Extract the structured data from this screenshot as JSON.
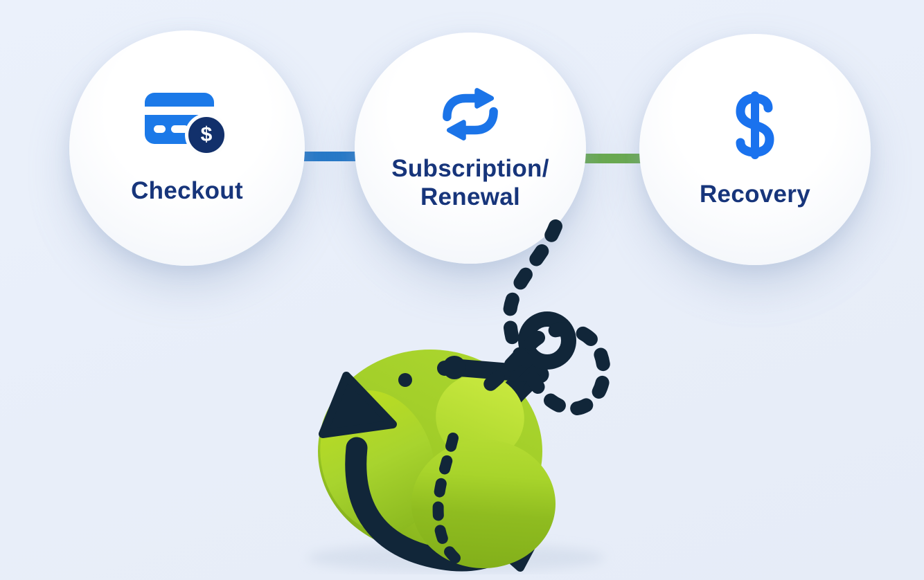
{
  "diagram": {
    "steps": [
      {
        "id": "checkout",
        "label": "Checkout",
        "lines": [
          "Checkout"
        ],
        "icon": "credit-card-dollar-icon",
        "badge_symbol": "$"
      },
      {
        "id": "subscription-renewal",
        "label": "Subscription/Renewal",
        "lines": [
          "Subscription/",
          "Renewal"
        ],
        "icon": "renewal-arrows-icon"
      },
      {
        "id": "recovery",
        "label": "Recovery",
        "lines": [
          "Recovery"
        ],
        "icon": "dollar-icon"
      }
    ],
    "connectors": [
      {
        "between": "checkout-and-subscription",
        "color": "#2478c8"
      },
      {
        "between": "subscription-and-recovery",
        "color": "#69aa4d"
      }
    ],
    "colors": {
      "background": "#e9eff9",
      "label_text": "#17357b",
      "icon_blue": "#1b74e8",
      "badge_navy": "#12306b",
      "connector_blue": "#2478c8",
      "connector_green": "#69aa4d"
    }
  },
  "illustration": {
    "name": "pear-anchor-rope-mascot",
    "colors": {
      "navy": "#112639",
      "pear_light_green": "#c9e93f",
      "pear_green": "#a6d12b",
      "pear_dark_green": "#83af1a",
      "ground_shadow": "#cbd6e6"
    }
  }
}
